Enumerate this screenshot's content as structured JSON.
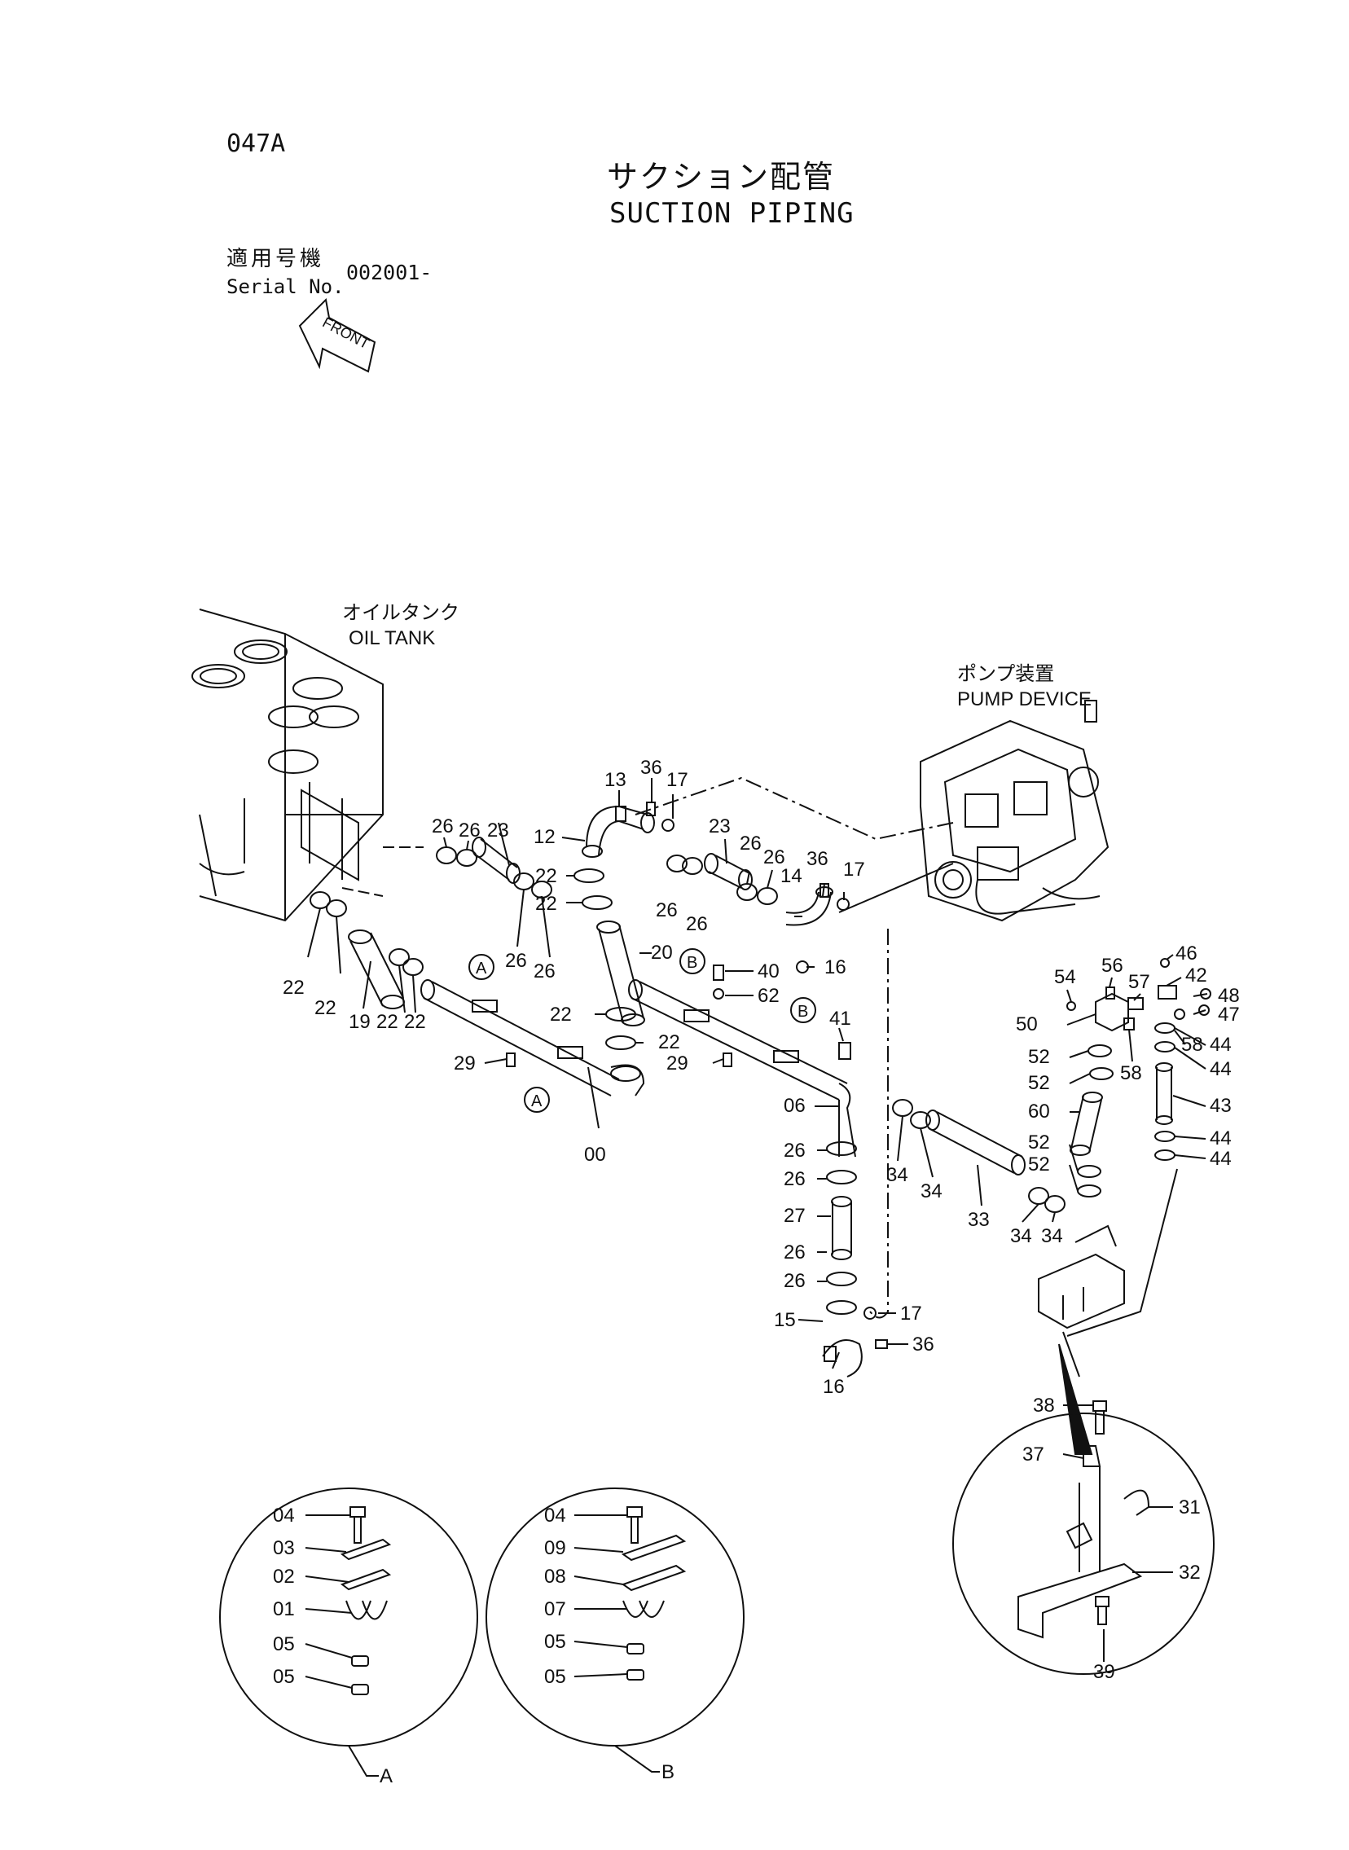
{
  "header": {
    "page_code": "047A",
    "title_jp": "サクション配管",
    "title_en": "SUCTION PIPING",
    "serial_label_jp": "適用号機",
    "serial_label_en": "Serial No.",
    "serial_value": "002001-",
    "front_arrow": "FRONT"
  },
  "labels": {
    "oil_tank_jp": "オイルタンク",
    "oil_tank_en": "OIL TANK",
    "pump_device_jp": "ポンプ装置",
    "pump_device_en": "PUMP DEVICE"
  },
  "callouts": {
    "c13": "13",
    "c36a": "36",
    "c17a": "17",
    "c12": "12",
    "c26a": "26",
    "c26b": "26",
    "c23a": "23",
    "c22a": "22",
    "c22b": "22",
    "c26c": "26",
    "c26d": "26",
    "c22c": "22",
    "c22d": "22",
    "c19": "19",
    "c22e": "22",
    "c22f": "22",
    "c20": "20",
    "c22g": "22",
    "c22h": "22",
    "c29a": "29",
    "c00": "00",
    "c23b": "23",
    "c26e": "26",
    "c26f": "26",
    "c26g": "26",
    "c26h": "26",
    "c14": "14",
    "c36b": "36",
    "c17b": "17",
    "c16a": "16",
    "c40": "40",
    "c62": "62",
    "c41": "41",
    "c29b": "29",
    "c06": "06",
    "c26i": "26",
    "c26j": "26",
    "c27": "27",
    "c26k": "26",
    "c26l": "26",
    "c15": "15",
    "c17c": "17",
    "c36c": "36",
    "c16b": "16",
    "c34a": "34",
    "c34b": "34",
    "c33": "33",
    "c34c": "34",
    "c34d": "34",
    "c54": "54",
    "c56": "56",
    "c57": "57",
    "c50": "50",
    "c58a": "58",
    "c58b": "58",
    "c52a": "52",
    "c52b": "52",
    "c60": "60",
    "c52c": "52",
    "c52d": "52",
    "c46": "46",
    "c42": "42",
    "c48": "48",
    "c47": "47",
    "c44a": "44",
    "c44b": "44",
    "c43": "43",
    "c44c": "44",
    "c44d": "44",
    "mA1": "A",
    "mA2": "A",
    "mB1": "B",
    "mB2": "B",
    "c38": "38",
    "c37": "37",
    "c31": "31",
    "c32": "32",
    "c39": "39"
  },
  "detail_a": {
    "label": "A",
    "parts": [
      "04",
      "03",
      "02",
      "01",
      "05",
      "05"
    ]
  },
  "detail_b": {
    "label": "B",
    "parts": [
      "04",
      "09",
      "08",
      "07",
      "05",
      "05"
    ]
  }
}
